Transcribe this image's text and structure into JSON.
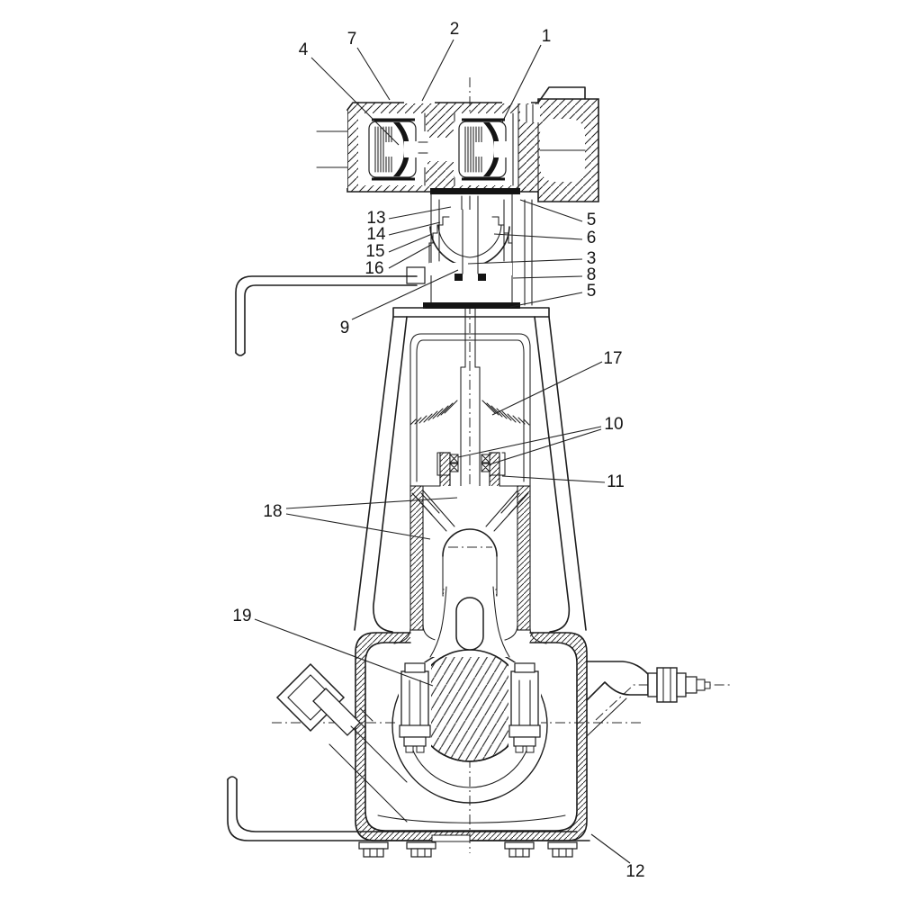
{
  "colors": {
    "background": "#ffffff",
    "line": "#1d1d1d",
    "label": "#151515"
  },
  "callouts": {
    "c1": "1",
    "c2": "2",
    "c3": "3",
    "c4": "4",
    "c5a": "5",
    "c5b": "5",
    "c6": "6",
    "c7": "7",
    "c8": "8",
    "c9": "9",
    "c10": "10",
    "c11": "11",
    "c12": "12",
    "c13": "13",
    "c14": "14",
    "c15": "15",
    "c16": "16",
    "c17": "17",
    "c18": "18",
    "c19": "19"
  }
}
